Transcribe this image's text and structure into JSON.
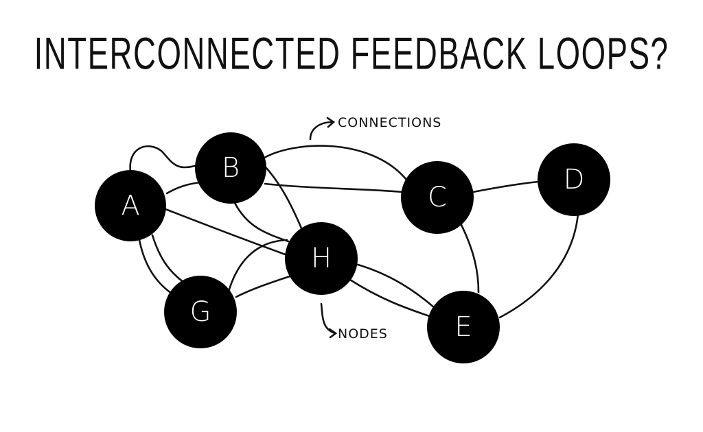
{
  "title": "INTERCONNECTED FEEDBACK LOOPS?",
  "annotations": {
    "connections": "CONNECTIONS",
    "nodes": "NODES"
  },
  "nodes": [
    {
      "id": "A",
      "label": "A"
    },
    {
      "id": "B",
      "label": "B"
    },
    {
      "id": "C",
      "label": "C"
    },
    {
      "id": "D",
      "label": "D"
    },
    {
      "id": "H",
      "label": "H"
    },
    {
      "id": "G",
      "label": "G"
    },
    {
      "id": "E",
      "label": "E"
    }
  ],
  "edges": [
    [
      "A",
      "B"
    ],
    [
      "A",
      "B"
    ],
    [
      "B",
      "C"
    ],
    [
      "B",
      "C"
    ],
    [
      "C",
      "D"
    ],
    [
      "B",
      "H"
    ],
    [
      "B",
      "H"
    ],
    [
      "A",
      "G"
    ],
    [
      "A",
      "G"
    ],
    [
      "G",
      "H"
    ],
    [
      "G",
      "H"
    ],
    [
      "H",
      "E"
    ],
    [
      "H",
      "E"
    ],
    [
      "C",
      "E"
    ],
    [
      "D",
      "E"
    ]
  ]
}
